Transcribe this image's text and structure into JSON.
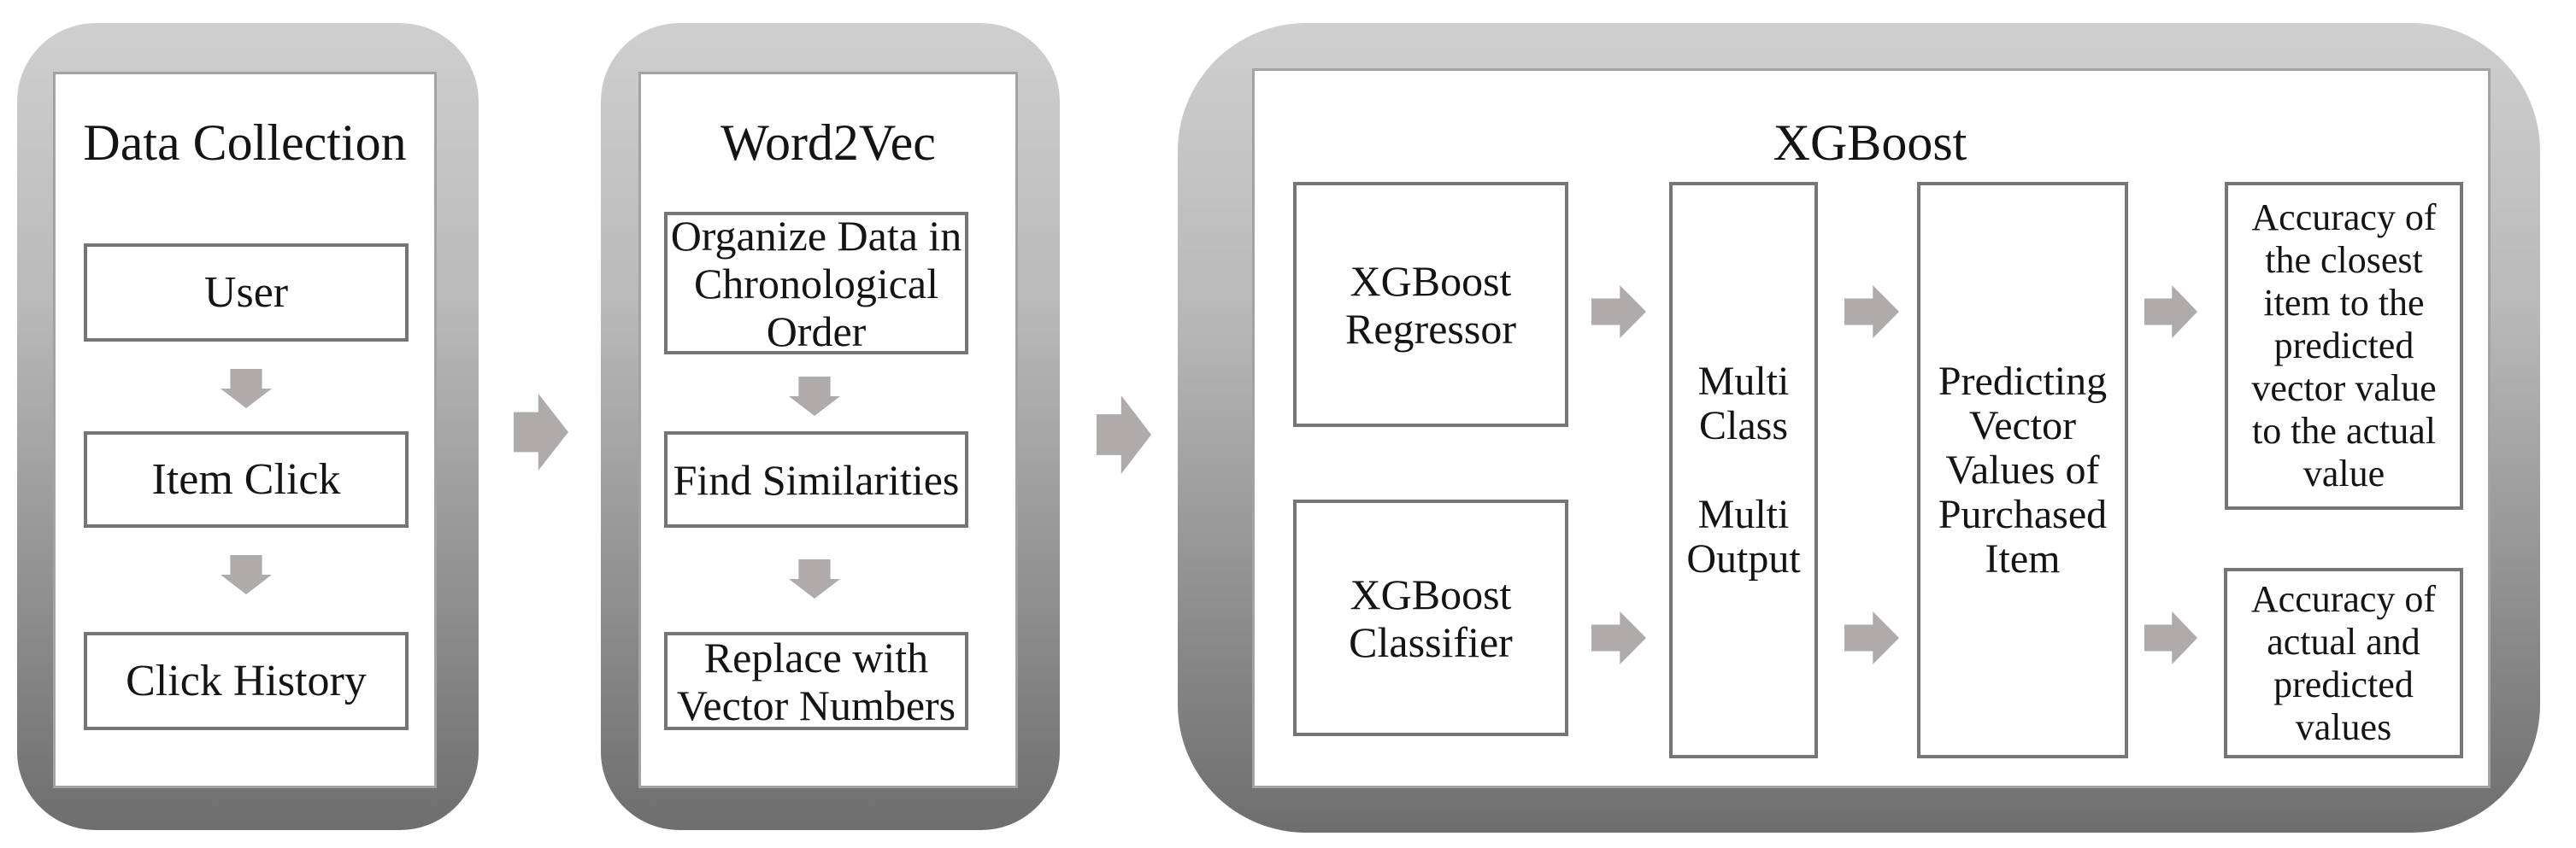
{
  "diagram": {
    "panels": [
      {
        "title": "Data Collection",
        "steps": [
          "User",
          "Item Click",
          "Click History"
        ]
      },
      {
        "title": "Word2Vec",
        "steps": [
          "Organize Data in\nChronological\nOrder",
          "Find Similarities",
          "Replace with\nVector Numbers"
        ]
      },
      {
        "title": "XGBoost",
        "nodes": {
          "regressor": "XGBoost\nRegressor",
          "classifier": "XGBoost\nClassifier",
          "multi_output": "Multi\nClass\n\nMulti\nOutput",
          "predicting": "Predicting\nVector\nValues of\nPurchased\nItem",
          "accuracy_top": "Accuracy of\nthe closest\nitem to the\npredicted\nvector value\nto the actual\nvalue",
          "accuracy_bottom": "Accuracy of\nactual and\npredicted\nvalues"
        }
      }
    ],
    "icons": {
      "flow_right": "arrow-right-icon",
      "flow_down": "arrow-down-icon"
    },
    "colors": {
      "frame_gradient_top": "#cfcfcf",
      "frame_gradient_bottom": "#6e6e6e",
      "inner_panel_border": "#a3a3a3",
      "box_border": "#757575",
      "arrow": "#afabab",
      "text": "#141414",
      "background": "#ffffff"
    }
  }
}
